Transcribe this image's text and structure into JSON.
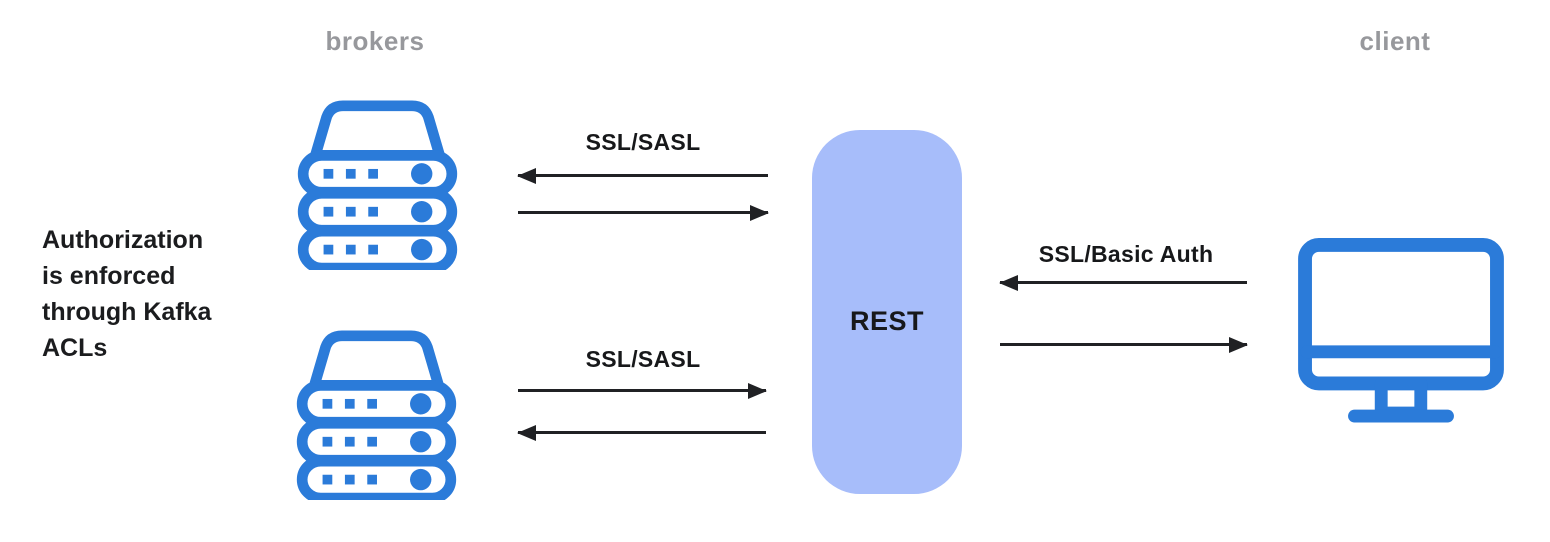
{
  "diagram": {
    "title": "Kafka REST proxy security diagram",
    "colors": {
      "icon_blue": "#2b7bd9",
      "rest_fill": "#a7bdfa",
      "zone_label_gray": "#97989c",
      "text_black": "#17181a",
      "arrow_black": "#202124",
      "background": "#ffffff"
    },
    "zones": {
      "brokers_label": "brokers",
      "client_label": "client"
    },
    "annotation": {
      "text": "Authorization\nis enforced\nthrough Kafka\nACLs"
    },
    "nodes": {
      "rest": {
        "label": "REST"
      },
      "broker_top": {
        "icon": "server-stack-icon"
      },
      "broker_bottom": {
        "icon": "server-stack-icon"
      },
      "client": {
        "icon": "desktop-monitor-icon"
      }
    },
    "connections": {
      "broker_top_rest": {
        "label": "SSL/SASL",
        "directions": [
          "left",
          "right"
        ]
      },
      "broker_bottom_rest": {
        "label": "SSL/SASL",
        "directions": [
          "right",
          "left"
        ]
      },
      "rest_client": {
        "label": "SSL/Basic Auth",
        "directions": [
          "left",
          "right"
        ]
      }
    }
  }
}
